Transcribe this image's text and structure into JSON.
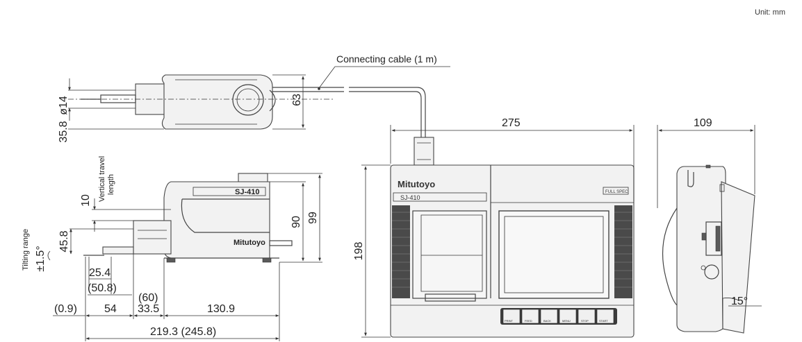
{
  "unit_label": "Unit: mm",
  "cable_label": "Connecting cable (1 m)",
  "brand": "Mitutoyo",
  "model": "SJ-410",
  "panel_badge": "FULL SPEC",
  "buttons": [
    "PRINT",
    "FEED",
    "BACK",
    "MENU",
    "STOP",
    "START"
  ],
  "dimensions": {
    "dia14": "ø14",
    "d35_8": "35.8",
    "d63": "63",
    "d10": "10",
    "vertical_travel_1": "Vertical travel",
    "vertical_travel_2": "length",
    "d45_8": "45.8",
    "tilting_range": "Tilting range",
    "tilt": "±1.5°",
    "d90": "90",
    "d99": "99",
    "d25_4": "25.4",
    "d50_8": "(50.8)",
    "d60": "(60)",
    "d0_9": "(0.9)",
    "d54": "54",
    "d33_5": "33.5",
    "d130_9": "130.9",
    "d219": "219.3 (245.8)",
    "d275": "275",
    "d198": "198",
    "d109": "109",
    "angle15": "15°"
  }
}
